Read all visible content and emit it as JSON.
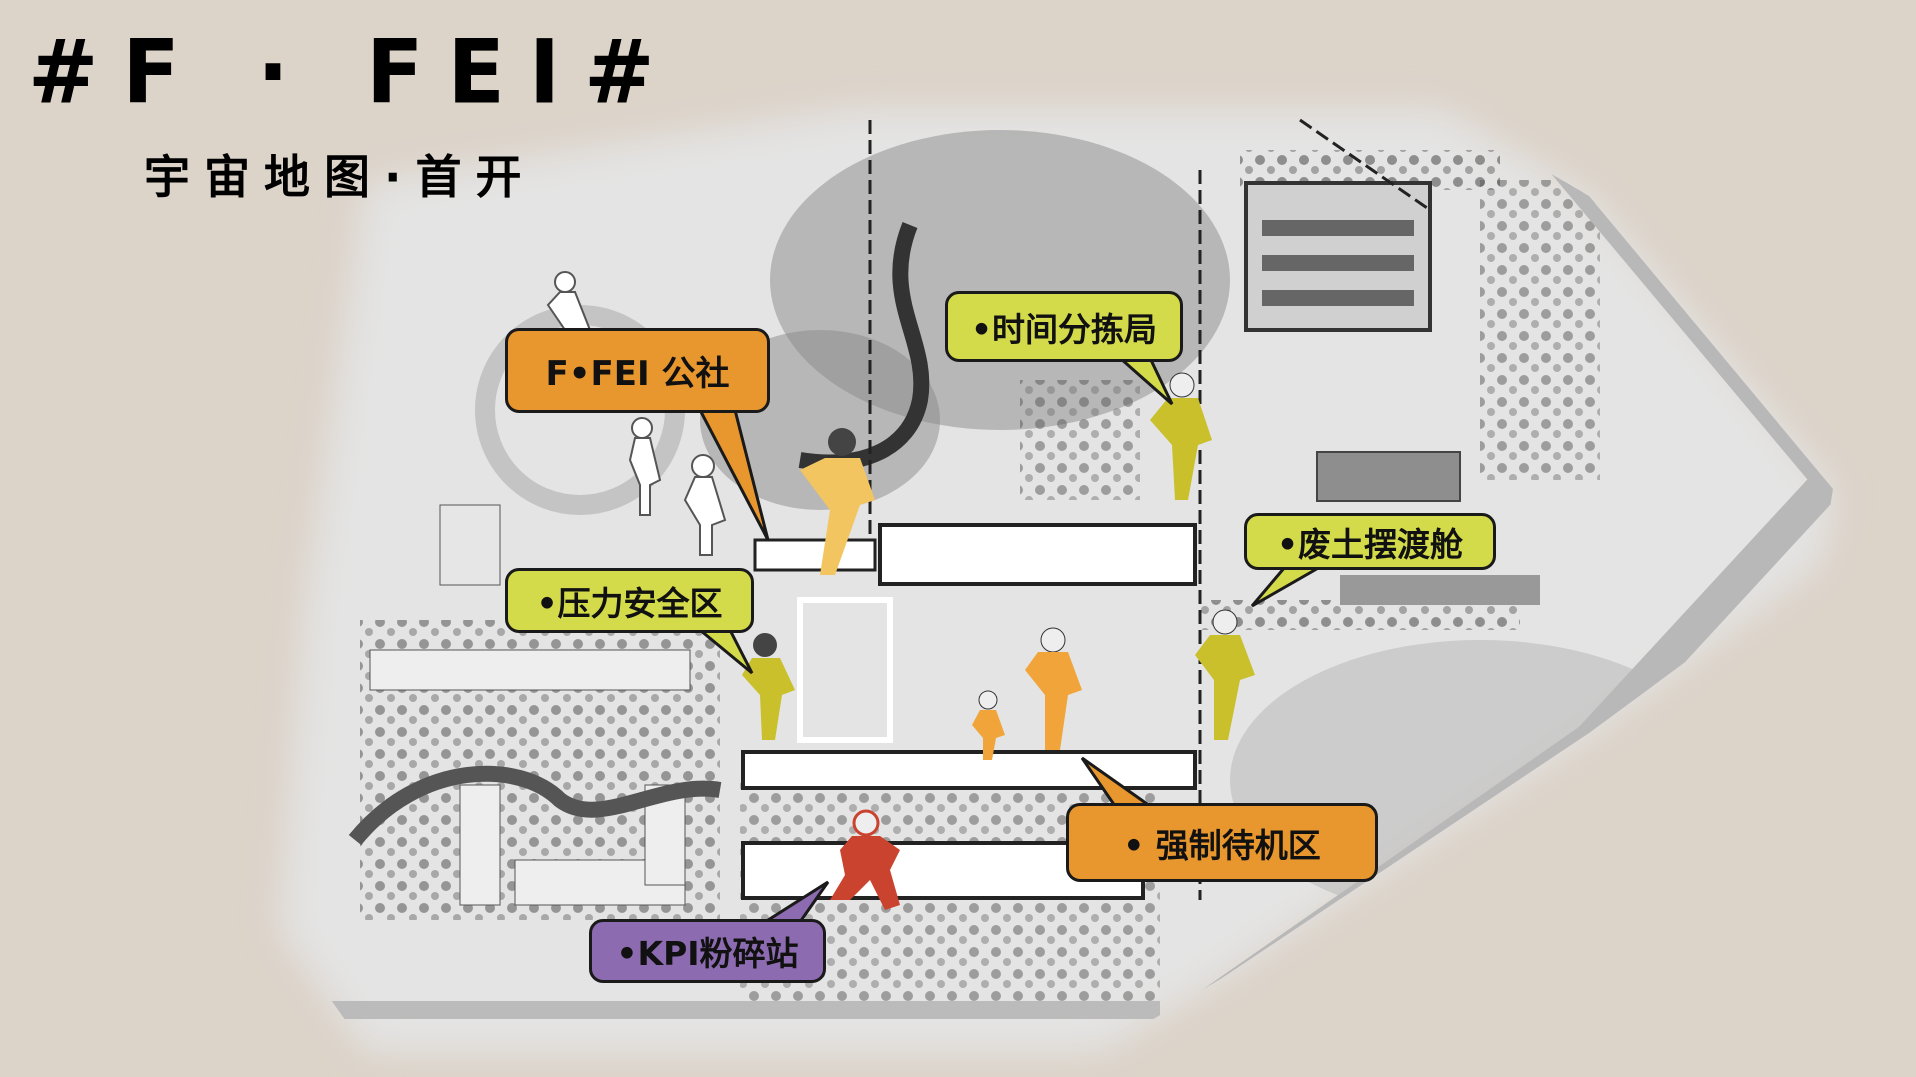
{
  "header": {
    "title": "#F · FEI#",
    "subtitle": "宇宙地图·首开"
  },
  "callouts": [
    {
      "label": "F•FEI 公社",
      "color": "#e8962e"
    },
    {
      "label": "•时间分拣局",
      "color": "#d4db4a"
    },
    {
      "label": "•废土摆渡舱",
      "color": "#d4db4a"
    },
    {
      "label": "•压力安全区",
      "color": "#d4db4a"
    },
    {
      "label": "• 强制待机区",
      "color": "#e8962e"
    },
    {
      "label": "•KPI粉碎站",
      "color": "#8d6bb0"
    }
  ],
  "colors": {
    "background": "#dcd3c9",
    "figure_white": "#ffffff",
    "figure_yellow": "#c9c02c",
    "figure_orange": "#f0a43a",
    "figure_red": "#c9432f"
  }
}
